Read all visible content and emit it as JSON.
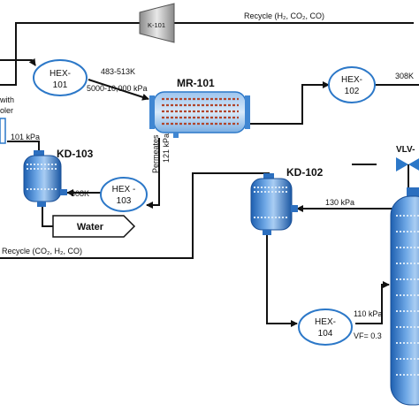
{
  "flowsheet": {
    "compressor": {
      "tag": "K-101"
    },
    "recycle_top": "Recycle (H₂, CO₂, CO)",
    "recycle_bottom": "Recycle (CO₂, H₂, CO)",
    "reactor": {
      "tag": "MR-101"
    },
    "exchangers": {
      "hex101": {
        "line1": "HEX-",
        "line2": "101"
      },
      "hex102": {
        "line1": "HEX-",
        "line2": "102"
      },
      "hex103": {
        "line1": "HEX -",
        "line2": "103"
      },
      "hex104": {
        "line1": "HEX-",
        "line2": "104"
      }
    },
    "feed_conditions": {
      "temperature": "483-513K",
      "pressure": "5000-10,000 kPa"
    },
    "permeates": {
      "label": "Permeates",
      "pressure": "121 kPa"
    },
    "hex102_outlet_temp": "308K",
    "partial_text": {
      "with": "with",
      "oler": "oler"
    },
    "kd103": {
      "tag": "KD-103",
      "pressure": "101 kPa",
      "temperature": "308K"
    },
    "water_label": "Water",
    "kd102": {
      "tag": "KD-102",
      "pressure": "130 kPa"
    },
    "valve": {
      "tag": "VLV-"
    },
    "hex104_outlet": {
      "pressure": "110 kPa",
      "vapor_fraction": "VF= 0.3"
    }
  }
}
